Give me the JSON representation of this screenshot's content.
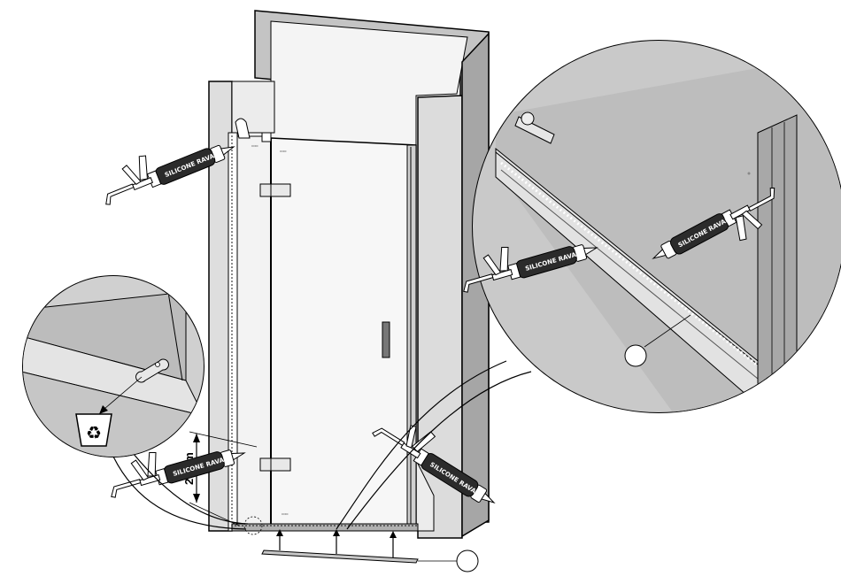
{
  "sealant_gun": {
    "label": "SILICONE RAVAK"
  },
  "dimension": {
    "value": "20 cm"
  },
  "icons": {
    "recycle": "recycle-icon",
    "callout_marker": "circle-marker"
  },
  "colors": {
    "wall": "#dcdcdc",
    "wall_dark": "#a8a8a8",
    "glass": "#f1f1f1",
    "zoom_glass": "#bdbdbd",
    "outline": "#000000"
  }
}
